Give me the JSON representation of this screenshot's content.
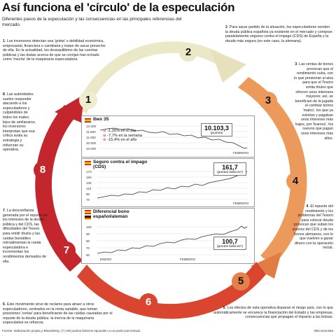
{
  "title": "Así funciona el 'círculo' de la especulación",
  "subtitle": "Diferentes pasos de la especulación y las consecuencias en las principales referencias del mercado.",
  "steps": [
    {
      "n": "1",
      "text": "Los inversores detectan una 'grieta' o debilidad económica, empresarial, financiera o cambiaria y tratan de sacar provecho de ella. En la actualidad, los desequilibrios de las cuentas públicas y las dudas acerca de que se corrijan han echado como 'mecha' de la maquinaria especuladora."
    },
    {
      "n": "2",
      "text": "Para sacar partido de la situación, los especuladores venden la deuda pública española ya existente en el mercado y compran paralelamente seguros contra el impago (CDS) de España y la deuda más segura (en este caso, la alemana)."
    },
    {
      "n": "3",
      "text": "Las ventas de bonos provocan que el rendimiento suba, con lo que presionan al alza para que el Tesoro emita títulos que ofrecen unos intereses mayores; así, se benefician de la jugada al cambiar bonos 'malos', los que ya existían y pagaban unos intereses más bajos, por 'buenos', los nuevos que pagan unos intereses más altos."
    },
    {
      "n": "4",
      "text": "El repunte del rendimiento y los problemas del Tesoro para colocar deuda provocan que suban los precios del CDS y de los bonos alemanes, con lo que vuelven a ganar dinero con la operación inicial."
    },
    {
      "n": "5",
      "text": "Los efectos de esta operativa disparan el riesgo país, con lo que automáticamente se encarece la financiación del Estado y las empresas, consecuencias que propagan el impacto a las bolsas."
    },
    {
      "n": "6",
      "text": "Este movimiento sirve de reclamo para atraer a otros especuladores, centrados en la renta variable, que toman posiciones 'cortas' para beneficiarse de las caídas causadas por el repunte de la deuda pública: la inercia de la maquinaria especulativa se refuerza."
    },
    {
      "n": "7",
      "text": "La desconfianza generada por el repunte de los intereses de la deuda pública y del CDS, las dificultades del Tesoro para emitir títulos y las caídas bursátiles retroalimentan la rueda especuladora e incrementan los rendimientos derivados de ella."
    },
    {
      "n": "8",
      "text": "Las autoridades suelen responder atacando a los especuladores y culpándoles de todos los males; lejos de amilanarse, los inversores interpretan que esa crítica avala su estrategia y refuerzan su operativa."
    }
  ],
  "panels": {
    "ibex": {
      "title": "Ibex 35",
      "value": "10.103,3",
      "value_sub": "(puntos)",
      "legend": [
        "-1,35% en el día",
        "-7,7% en la semana",
        "-15,4% en el año"
      ],
      "yticks": [
        "12.000",
        "11.500",
        "11.000",
        "10.500",
        "10.000"
      ],
      "xlabel": "FEBRERO"
    },
    "cds": {
      "title": "Seguro contra el impago (CDS)",
      "value": "161,7",
      "value_sub": "(puntos básicos*)",
      "yticks": [
        "170",
        "150",
        "130",
        "110",
        "90",
        "70"
      ],
      "xlabel": "FEBRERO"
    },
    "diff": {
      "title": "Diferencial bono español/alemán",
      "value": "100,7",
      "value_sub": "(puntos básicos*)",
      "yticks": [
        "100",
        "90",
        "80",
        "70",
        "60"
      ],
      "xlabel_left": "ENERO",
      "xlabel_right": "FEBRERO"
    }
  },
  "footer": "Fuente: elaboración propia y Bloomberg.   (*) 100 puntos básicos equivalen a un punto porcentual.",
  "credit": "elEconomista",
  "colors": {
    "ring_light": "#e8e6c8",
    "ring_mid": "#e99a5e",
    "ring_dark": "#c4262e",
    "text": "#111111"
  }
}
